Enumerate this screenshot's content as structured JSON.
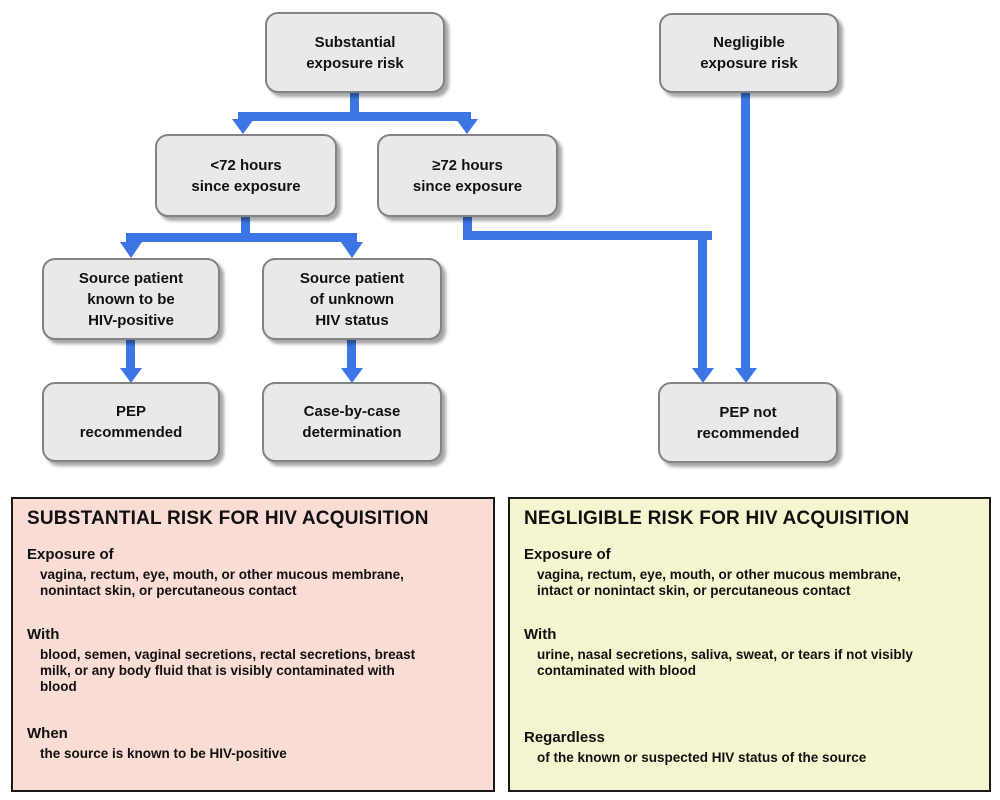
{
  "colors": {
    "connector_blue": "#3c76e6",
    "node_fill": "#e9e9e9",
    "node_border": "#838383",
    "panel_substantial_bg": "#f9dcd3",
    "panel_negligible_bg": "#f5f5d0",
    "panel_border": "#1a1a1a",
    "text": "#111111"
  },
  "flowchart": {
    "nodes": [
      {
        "id": "substantial-exposure-risk",
        "label": "Substantial\nexposure risk"
      },
      {
        "id": "negligible-exposure-risk",
        "label": "Negligible\nexposure risk"
      },
      {
        "id": "lt-72-hours",
        "label": "<72 hours\nsince exposure"
      },
      {
        "id": "ge-72-hours",
        "label": "≥72 hours\nsince exposure"
      },
      {
        "id": "source-known-hiv-positive",
        "label": "Source patient\nknown to be\nHIV-positive"
      },
      {
        "id": "source-unknown-hiv-status",
        "label": "Source patient\nof unknown\nHIV status"
      },
      {
        "id": "pep-recommended",
        "label": "PEP\nrecommended"
      },
      {
        "id": "case-by-case-determination",
        "label": "Case-by-case\ndetermination"
      },
      {
        "id": "pep-not-recommended",
        "label": "PEP not\nrecommended"
      }
    ]
  },
  "panels": {
    "substantial": {
      "title": "SUBSTANTIAL RISK FOR HIV ACQUISITION",
      "sections": [
        {
          "heading": "Exposure of",
          "body": "vagina, rectum, eye, mouth, or other mucous membrane,\nnonintact skin, or percutaneous contact"
        },
        {
          "heading": "With",
          "body": "blood, semen, vaginal secretions, rectal secretions, breast\nmilk, or any body fluid that is visibly contaminated with\nblood"
        },
        {
          "heading": "When",
          "body": "the source is known to be HIV-positive"
        }
      ]
    },
    "negligible": {
      "title": "NEGLIGIBLE RISK FOR HIV ACQUISITION",
      "sections": [
        {
          "heading": "Exposure of",
          "body": "vagina, rectum, eye, mouth, or other mucous membrane,\nintact or nonintact skin, or percutaneous contact"
        },
        {
          "heading": "With",
          "body": "urine, nasal secretions, saliva, sweat, or tears if not visibly\ncontaminated with blood"
        },
        {
          "heading": "Regardless",
          "body": "of the known or suspected HIV status of the source"
        }
      ]
    }
  }
}
